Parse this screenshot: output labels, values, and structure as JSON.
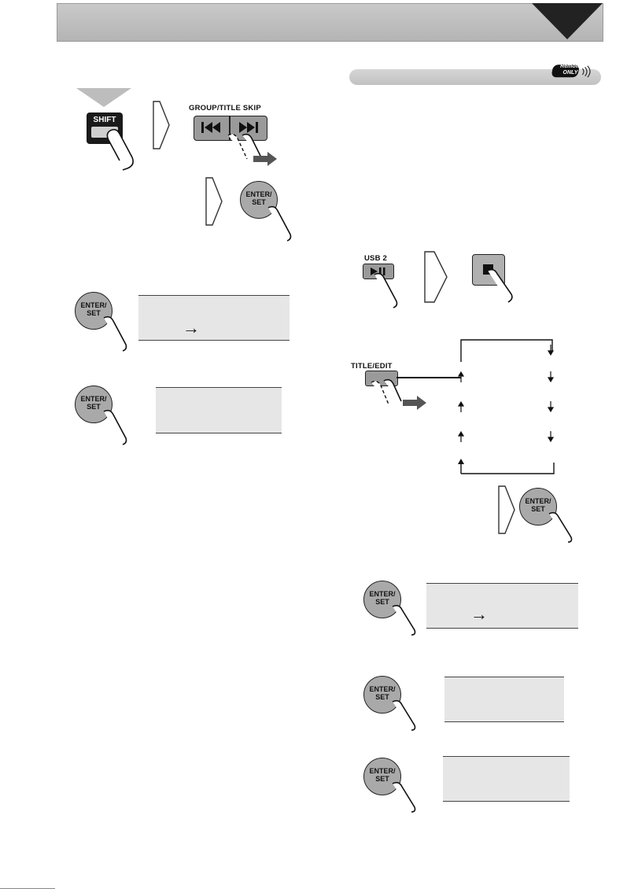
{
  "labels": {
    "shift": "SHIFT",
    "group_title_skip": "GROUP/TITLE SKIP",
    "enter_set_line1": "ENTER/",
    "enter_set_line2": "SET",
    "usb2": "USB 2",
    "title_edit": "TITLE/EDIT",
    "remote_line1": "Remote",
    "remote_line2": "ONLY"
  },
  "displays": {
    "arrow": "→"
  },
  "colors": {
    "header_bar": "#bdbdbd",
    "display_bg": "#e6e6e6",
    "button_gray": "#a9a9a9",
    "shift_black": "#1a1a1a"
  },
  "icons": {
    "skip_back": "skip-back-icon",
    "skip_forward": "skip-forward-icon",
    "play_pause": "play-pause-icon",
    "stop": "stop-icon",
    "finger": "pointing-finger-icon",
    "step_arrow": "outline-arrow-icon"
  }
}
